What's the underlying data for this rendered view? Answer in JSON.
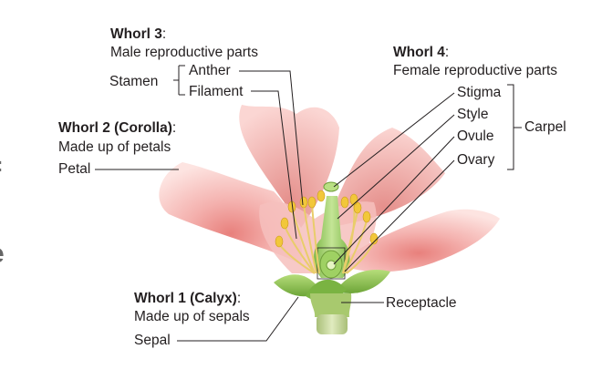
{
  "whorl3": {
    "title": "Whorl 3",
    "colon": ":",
    "subtitle": "Male reproductive parts"
  },
  "whorl4": {
    "title": "Whorl 4",
    "colon": ":",
    "subtitle": "Female reproductive parts"
  },
  "whorl2": {
    "title": "Whorl 2 (Corolla)",
    "colon": ":",
    "subtitle": "Made up of petals"
  },
  "whorl1": {
    "title": "Whorl 1 (Calyx)",
    "colon": ":",
    "subtitle": "Made up of sepals"
  },
  "labels": {
    "stamen": "Stamen",
    "anther": "Anther",
    "filament": "Filament",
    "stigma": "Stigma",
    "style": "Style",
    "ovule": "Ovule",
    "ovary": "Ovary",
    "carpel": "Carpel",
    "petal": "Petal",
    "sepal": "Sepal",
    "receptacle": "Receptacle"
  },
  "cropped_glyphs": {
    "colon": ":",
    "e": "e"
  },
  "colors": {
    "petal": "#f2a7a5",
    "petal_light": "#fbe1df",
    "petal_dark": "#d9746f",
    "sepal": "#8dc24c",
    "stem": "#c9d9a0",
    "anther": "#f2c73a",
    "filament": "#f6df8c",
    "pistil": "#9ccf5c",
    "line": "#231f20"
  }
}
